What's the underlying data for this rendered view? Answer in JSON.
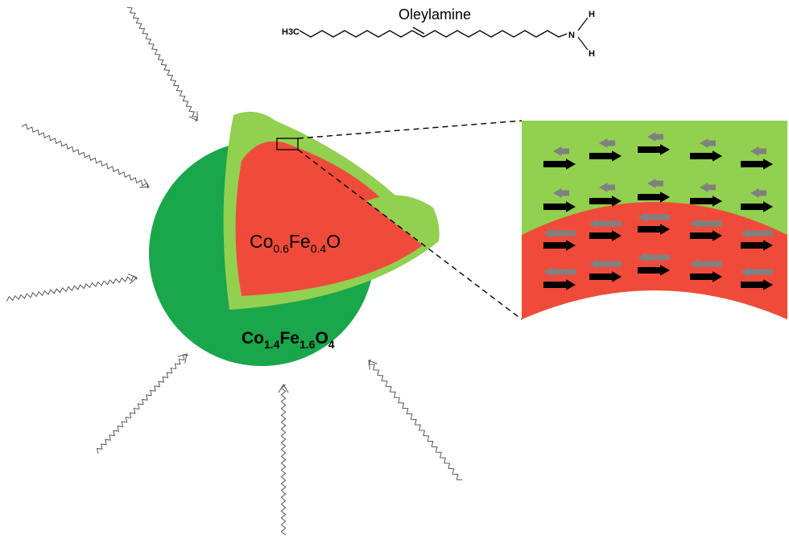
{
  "ligand": {
    "name": "Oleylamine",
    "methyl": "H3C",
    "nitrogen": "N",
    "hydrogen": "H"
  },
  "core": {
    "label_parts": [
      {
        "text": "Co",
        "sub": false
      },
      {
        "text": "0.6",
        "sub": true
      },
      {
        "text": "Fe",
        "sub": false
      },
      {
        "text": "0.4",
        "sub": true
      },
      {
        "text": "O",
        "sub": false
      }
    ]
  },
  "shell": {
    "label_parts": [
      {
        "text": "Co",
        "sub": false
      },
      {
        "text": "1.4",
        "sub": true
      },
      {
        "text": "Fe",
        "sub": false
      },
      {
        "text": "1.6",
        "sub": true
      },
      {
        "text": "O",
        "sub": false
      },
      {
        "text": "4",
        "sub": true
      }
    ]
  },
  "colors": {
    "shell_outer": "#1aa64a",
    "shell_inner": "#92d050",
    "core": "#f04b3a",
    "spin_major": "#000000",
    "spin_minor": "#808080"
  },
  "spins": {
    "shell_rows": 2,
    "shell_columns": 5,
    "core_rows": 2,
    "core_columns": 5,
    "shell_minor_direction": "left",
    "shell_major_direction": "right",
    "core_minor_direction": "left",
    "core_major_direction": "right"
  }
}
